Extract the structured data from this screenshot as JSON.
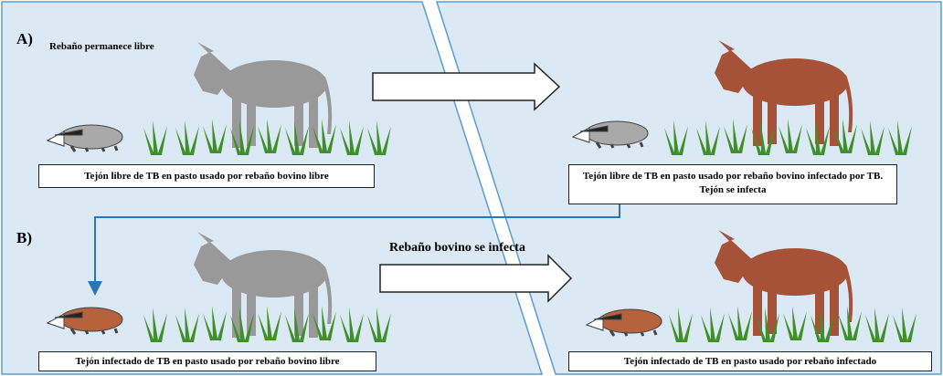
{
  "panel_a": {
    "label": "A)",
    "subtitle": "Rebaño permanece libre",
    "caption_left": "Tejón libre de TB en pasto usado por rebaño bovino libre",
    "caption_right": "Tejón libre de TB en pasto usado por rebaño bovino infectado por TB. Tejón se infecta"
  },
  "panel_b": {
    "label": "B)",
    "arrow_text": "Rebaño bovino se infecta",
    "caption_left": "Tejón infectado de TB en pasto usado por rebaño bovino libre",
    "caption_right": "Tejón infectado de TB en pasto usado por rebaño infectado"
  },
  "colors": {
    "background": "#dbe9f4",
    "panel_border": "#5b9bd5",
    "cow_free": "#999999",
    "cow_infected": "#a65238",
    "badger_free": "#a9a9a9",
    "badger_infected": "#b5623d",
    "grass": "#3f8f2b",
    "connector": "#2e75b6"
  }
}
